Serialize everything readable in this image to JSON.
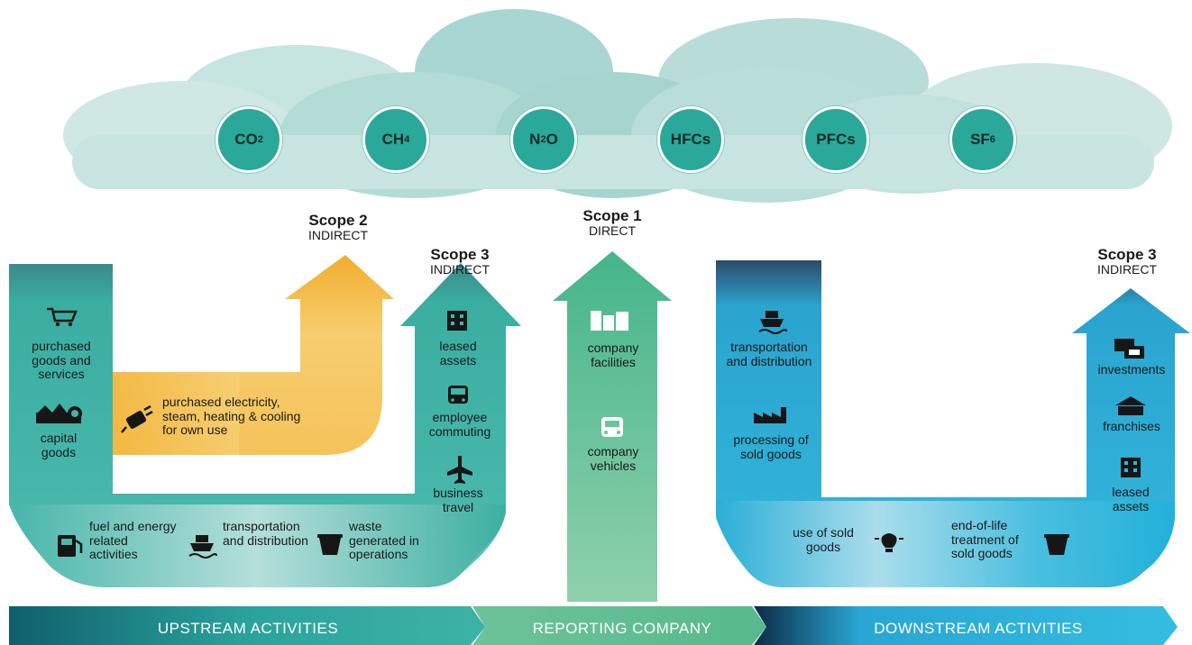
{
  "gases": [
    {
      "base": "CO",
      "sub": "2"
    },
    {
      "base": "CH",
      "sub": "4"
    },
    {
      "base": "N",
      "sub": "2",
      "suffix": "O"
    },
    {
      "base": "HFCs",
      "sub": ""
    },
    {
      "base": "PFCs",
      "sub": ""
    },
    {
      "base": "SF",
      "sub": "6"
    }
  ],
  "scopes": {
    "scope2": {
      "title": "Scope 2",
      "type": "INDIRECT"
    },
    "scope3_up": {
      "title": "Scope 3",
      "type": "INDIRECT"
    },
    "scope1": {
      "title": "Scope 1",
      "type": "DIRECT"
    },
    "scope3_down": {
      "title": "Scope 3",
      "type": "INDIRECT"
    }
  },
  "upstream": {
    "purchased_goods": "purchased goods and services",
    "capital_goods": "capital goods",
    "electricity": "purchased electricity, steam, heating & cooling for own use",
    "fuel_energy": "fuel and energy related activities",
    "transport": "transportation and distribution",
    "waste": "waste generated in operations",
    "leased_assets": "leased assets",
    "commuting": "employee commuting",
    "travel": "business travel"
  },
  "company": {
    "facilities": "company facilities",
    "vehicles": "company vehicles"
  },
  "downstream": {
    "transport": "transportation and distribution",
    "processing": "processing of sold goods",
    "use": "use of sold goods",
    "end_of_life": "end-of-life treatment of sold goods",
    "investments": "investments",
    "franchises": "franchises",
    "leased_assets": "leased assets"
  },
  "bands": {
    "upstream": "UPSTREAM ACTIVITIES",
    "reporting": "REPORTING COMPANY",
    "downstream": "DOWNSTREAM ACTIVITIES"
  },
  "colors": {
    "cloud": "#bfe0db",
    "gas_circle": "#2aa89a",
    "upstream_teal": "#3bb0a3",
    "scope2_orange": "#f2b53a",
    "scope1_green": "#5cbf95",
    "downstream_blue": "#29b4d9",
    "band_dark": "#0d5d6b"
  }
}
